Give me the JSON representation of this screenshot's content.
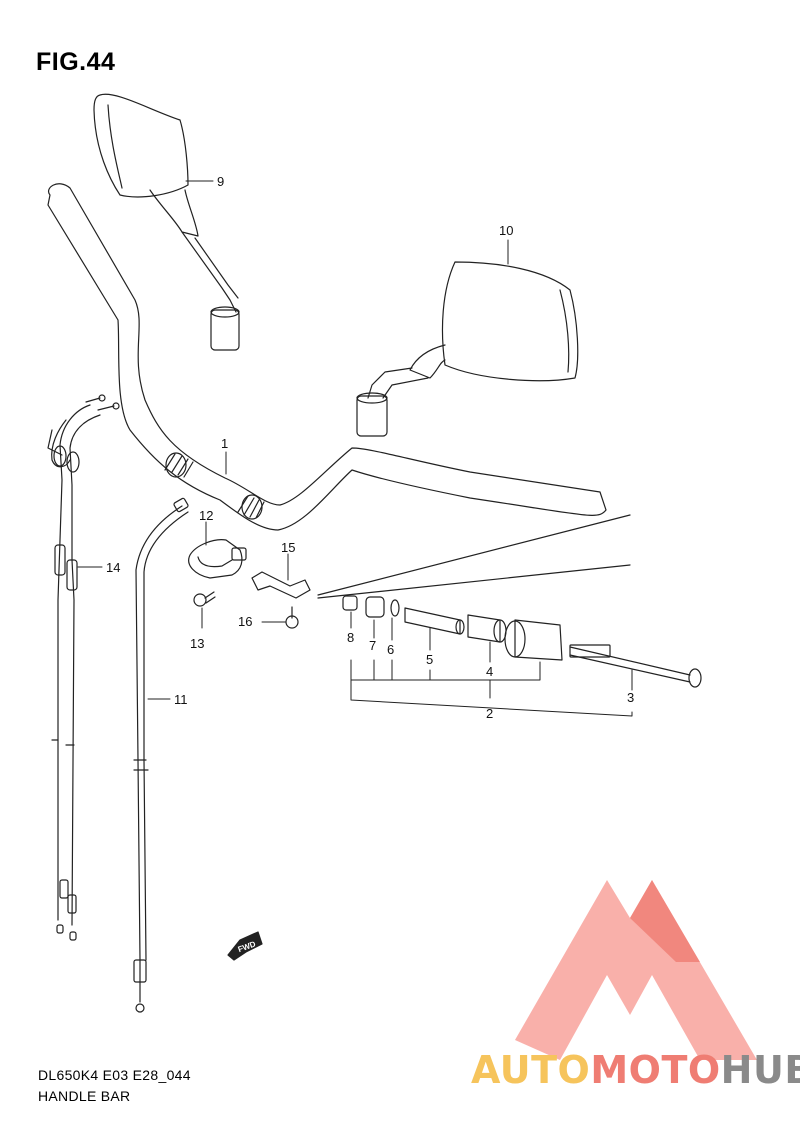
{
  "figure": {
    "title": "FIG.44"
  },
  "footer": {
    "model_code": "DL650K4 E03 E28_044",
    "section_name": "HANDLE BAR"
  },
  "direction_marker": {
    "label": "FWD"
  },
  "callouts": [
    {
      "id": "callout-1",
      "text": "1"
    },
    {
      "id": "callout-2",
      "text": "2"
    },
    {
      "id": "callout-3",
      "text": "3"
    },
    {
      "id": "callout-4",
      "text": "4"
    },
    {
      "id": "callout-5",
      "text": "5"
    },
    {
      "id": "callout-6",
      "text": "6"
    },
    {
      "id": "callout-7",
      "text": "7"
    },
    {
      "id": "callout-8",
      "text": "8"
    },
    {
      "id": "callout-9",
      "text": "9"
    },
    {
      "id": "callout-10",
      "text": "10"
    },
    {
      "id": "callout-11",
      "text": "11"
    },
    {
      "id": "callout-12",
      "text": "12"
    },
    {
      "id": "callout-13",
      "text": "13"
    },
    {
      "id": "callout-14",
      "text": "14"
    },
    {
      "id": "callout-15",
      "text": "15"
    },
    {
      "id": "callout-16",
      "text": "16"
    }
  ],
  "watermark": {
    "part1": "AUTO",
    "part2": "MOTO",
    "part3": "HUB",
    "colors": [
      "#f6c45c",
      "#ef7d73",
      "#8a8a8a",
      "#f39a93"
    ]
  }
}
